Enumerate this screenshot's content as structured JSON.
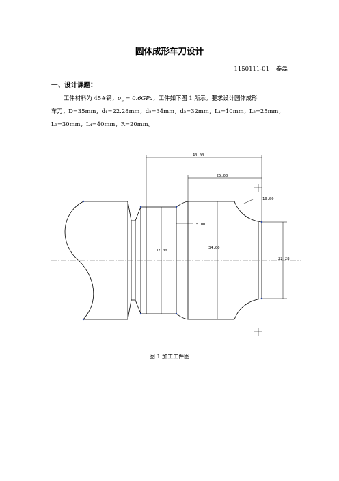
{
  "document": {
    "title": "圆体成形车刀设计",
    "student_id": "1150111-01",
    "author": "秦磊",
    "section_heading": "一、设计课题：",
    "paragraph": {
      "line1_a": "工件材料为 45#钢，",
      "sigma_symbol": "σ",
      "sigma_sub": "b",
      "sigma_value": " = 0.6GPa",
      "line1_b": "，工件如下图 1 所示。要求设计圆体成形",
      "line2": "车刀，D=35mm，d₁=22.28mm，d₂=34mm，d₃=32mm，L₁=10mm，L₂=25mm，",
      "line3": "L₃=30mm，L₄=40mm，R=20mm。"
    },
    "figure_caption": "图 1    加工工件图"
  },
  "drawing": {
    "dimensions": {
      "L4": "40.00",
      "L2": "25.00",
      "L1": "10.00",
      "step": "5.00",
      "d3": "32.00",
      "d2": "34.00",
      "d1": "22.28"
    }
  }
}
